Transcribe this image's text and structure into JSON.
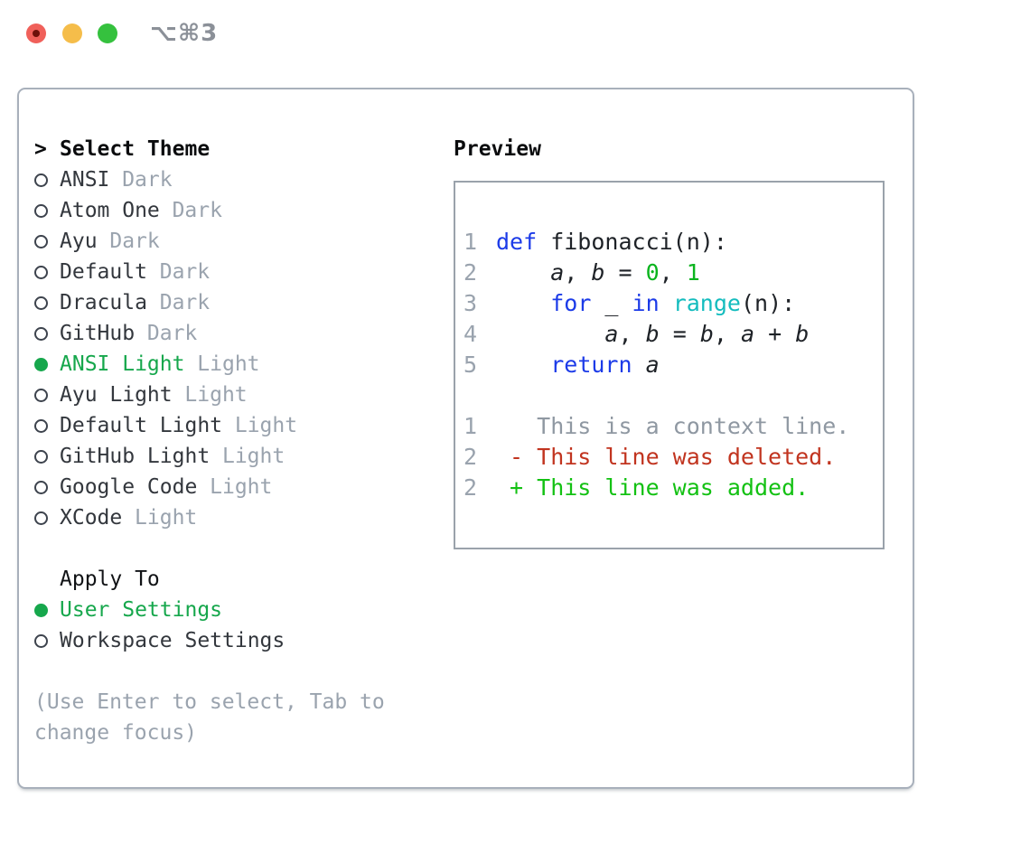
{
  "window": {
    "title": "⌥⌘3"
  },
  "icons": {
    "close": "red-circle-with-dot",
    "minimize": "yellow-circle",
    "zoom": "green-circle",
    "header_pointer": ">",
    "radio_unselected": "ring",
    "radio_selected": "filled-circle"
  },
  "colors": {
    "tl_red": "#f0605a",
    "tl_yellow": "#f5bd4a",
    "tl_green": "#35c13e",
    "title_gray": "#8b9098",
    "panel_border": "#a8b0bb",
    "preview_border": "#9aa2ab",
    "muted": "#9aa3ae",
    "sel_green": "#16a74c",
    "code_fg": "#1e2227",
    "kw_blue": "#1c3be8",
    "builtin_cyan": "#14bcbe",
    "num_green": "#0ab41e",
    "ctx_gray": "#8f98a2",
    "del_red": "#c1341f",
    "add_green": "#13c113"
  },
  "theme_panel": {
    "header": "Select Theme",
    "items": [
      {
        "name": "ANSI",
        "tag": "Dark",
        "selected": false
      },
      {
        "name": "Atom One",
        "tag": "Dark",
        "selected": false
      },
      {
        "name": "Ayu",
        "tag": "Dark",
        "selected": false
      },
      {
        "name": "Default",
        "tag": "Dark",
        "selected": false
      },
      {
        "name": "Dracula",
        "tag": "Dark",
        "selected": false
      },
      {
        "name": "GitHub",
        "tag": "Dark",
        "selected": false
      },
      {
        "name": "ANSI Light",
        "tag": "Light",
        "selected": true
      },
      {
        "name": "Ayu Light",
        "tag": "Light",
        "selected": false
      },
      {
        "name": "Default Light",
        "tag": "Light",
        "selected": false
      },
      {
        "name": "GitHub Light",
        "tag": "Light",
        "selected": false
      },
      {
        "name": "Google Code",
        "tag": "Light",
        "selected": false
      },
      {
        "name": "XCode",
        "tag": "Light",
        "selected": false
      }
    ],
    "apply_to": {
      "header": "Apply To",
      "options": [
        {
          "label": "User Settings",
          "selected": true
        },
        {
          "label": "Workspace Settings",
          "selected": false
        }
      ]
    },
    "help_text": "(Use Enter to select, Tab to change focus)"
  },
  "preview": {
    "header": "Preview",
    "code_lines": [
      {
        "num": "1",
        "segments": [
          [
            "def",
            "kw"
          ],
          [
            " fibonacci(n):",
            "fg"
          ]
        ]
      },
      {
        "num": "2",
        "segments": [
          [
            "    ",
            "fg"
          ],
          [
            "a",
            "var"
          ],
          [
            ", ",
            "fg"
          ],
          [
            "b",
            "var"
          ],
          [
            " = ",
            "fg"
          ],
          [
            "0",
            "num"
          ],
          [
            ", ",
            "fg"
          ],
          [
            "1",
            "num"
          ]
        ]
      },
      {
        "num": "3",
        "segments": [
          [
            "    ",
            "fg"
          ],
          [
            "for",
            "kw"
          ],
          [
            " _ ",
            "fg"
          ],
          [
            "in",
            "kw"
          ],
          [
            " ",
            "fg"
          ],
          [
            "range",
            "builtin"
          ],
          [
            "(n):",
            "fg"
          ]
        ]
      },
      {
        "num": "4",
        "segments": [
          [
            "        ",
            "fg"
          ],
          [
            "a",
            "var"
          ],
          [
            ", ",
            "fg"
          ],
          [
            "b",
            "var"
          ],
          [
            " = ",
            "fg"
          ],
          [
            "b",
            "var"
          ],
          [
            ", ",
            "fg"
          ],
          [
            "a",
            "var"
          ],
          [
            " + ",
            "fg"
          ],
          [
            "b",
            "var"
          ]
        ]
      },
      {
        "num": "5",
        "segments": [
          [
            "    ",
            "fg"
          ],
          [
            "return",
            "kw"
          ],
          [
            " ",
            "fg"
          ],
          [
            "a",
            "var"
          ]
        ]
      }
    ],
    "diff_lines": [
      {
        "num": "1",
        "segments": [
          [
            "   This is a context line.",
            "ctx"
          ]
        ]
      },
      {
        "num": "2",
        "segments": [
          [
            " - This line was deleted.",
            "del"
          ]
        ]
      },
      {
        "num": "2",
        "segments": [
          [
            " + This line was added.",
            "add"
          ]
        ]
      }
    ]
  }
}
